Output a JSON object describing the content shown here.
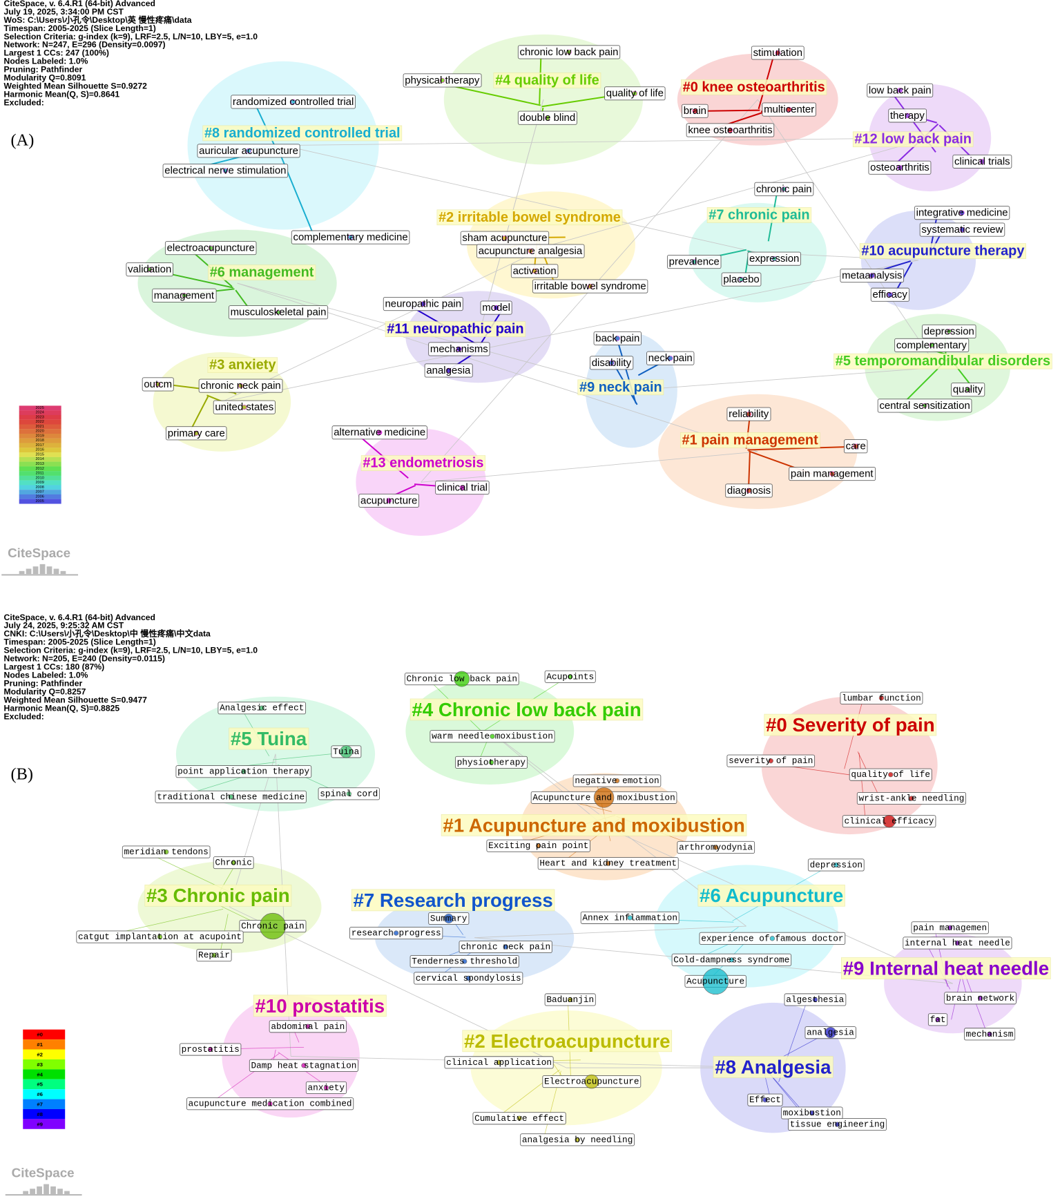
{
  "panel_a": {
    "letter": "(A)",
    "meta": [
      "CiteSpace, v. 6.4.R1 (64-bit) Advanced",
      "July 19, 2025, 3:34:00 PM CST",
      "WoS: C:\\Users\\小孔令\\Desktop\\英 慢性疼痛\\data",
      "Timespan: 2005-2025 (Slice Length=1)",
      "Selection Criteria: g-index (k=9), LRF=2.5, L/N=10, LBY=5, e=1.0",
      "Network: N=247, E=296 (Density=0.0097)",
      "Largest 1 CCs: 247 (100%)",
      "Nodes Labeled: 1.0%",
      "Pruning: Pathfinder",
      "Modularity Q=0.8091",
      "Weighted Mean Silhouette S=0.9272",
      "Harmonic Mean(Q, S)=0.8641",
      "Excluded:"
    ],
    "clusters": [
      {
        "label": "#8 randomized controlled trial",
        "color": "#19aed0",
        "fill": "#d6f7fc"
      },
      {
        "label": "#4 quality of life",
        "color": "#66cc00",
        "fill": "#e5f8d6"
      },
      {
        "label": "#0 knee osteoarthritis",
        "color": "#cc0000",
        "fill": "#fad0d0"
      },
      {
        "label": "#12 low back pain",
        "color": "#8a2be2",
        "fill": "#ecd6f8"
      },
      {
        "label": "#2 irritable bowel syndrome",
        "color": "#d4a800",
        "fill": "#fff6cc"
      },
      {
        "label": "#7 chronic pain",
        "color": "#1fbb96",
        "fill": "#d6f8ef"
      },
      {
        "label": "#10 acupuncture therapy",
        "color": "#2222cc",
        "fill": "#d8dcf8"
      },
      {
        "label": "#6 management",
        "color": "#44bb22",
        "fill": "#d6f4d8"
      },
      {
        "label": "#11 neuropathic pain",
        "color": "#2200cc",
        "fill": "#e0d8f4"
      },
      {
        "label": "#3 anxiety",
        "color": "#99aa00",
        "fill": "#f4f8cc"
      },
      {
        "label": "#9 neck pain",
        "color": "#1060c0",
        "fill": "#d6e8f8"
      },
      {
        "label": "#5 temporomandibular disorders",
        "color": "#44cc22",
        "fill": "#dcf6d8"
      },
      {
        "label": "#1 pain management",
        "color": "#cc3300",
        "fill": "#fde4d2"
      },
      {
        "label": "#13 endometriosis",
        "color": "#cc00cc",
        "fill": "#f8d0f8"
      }
    ],
    "nodes": [
      "randomized controlled trial",
      "auricular acupuncture",
      "electrical nerve stimulation",
      "complementary medicine",
      "chronic low back pain",
      "physical therapy",
      "quality of life",
      "double blind",
      "stimulation",
      "brain",
      "multicenter",
      "knee osteoarthritis",
      "low back pain",
      "therapy",
      "osteoarthritis",
      "clinical trials",
      "chronic pain",
      "integrative medicine",
      "systematic review",
      "sham acupuncture",
      "acupuncture analgesia",
      "activation",
      "irritable bowel syndrome",
      "prevalence",
      "expression",
      "placebo",
      "metaanalysis",
      "efficacy",
      "electroacupuncture",
      "validation",
      "management",
      "musculoskeletal pain",
      "neuropathic pain",
      "model",
      "mechanisms",
      "analgesia",
      "back pain",
      "disability",
      "neck pain",
      "depression",
      "complementary",
      "quality",
      "central sensitization",
      "outcm",
      "chronic neck pain",
      "united states",
      "primary care",
      "alternative medicine",
      "reliability",
      "care",
      "pain management",
      "diagnosis",
      "clinical trial",
      "acupuncture"
    ],
    "legend_years": [
      "2025",
      "2024",
      "2023",
      "2022",
      "2021",
      "2020",
      "2019",
      "2018",
      "2017",
      "2016",
      "2015",
      "2014",
      "2013",
      "2012",
      "2011",
      "2010",
      "2009",
      "2008",
      "2007",
      "2006",
      "2005"
    ],
    "logo": "CiteSpace"
  },
  "panel_b": {
    "letter": "(B)",
    "meta": [
      "CiteSpace, v. 6.4.R1 (64-bit) Advanced",
      "July 24, 2025, 9:25:32 AM CST",
      "CNKI: C:\\Users\\小孔令\\Desktop\\中 慢性疼痛\\中文data",
      "Timespan: 2005-2025 (Slice Length=1)",
      "Selection Criteria: g-index (k=9), LRF=2.5, L/N=10, LBY=5, e=1.0",
      "Network: N=205, E=240 (Density=0.0115)",
      "Largest 1 CCs: 180 (87%)",
      "Nodes Labeled: 1.0%",
      "Pruning: Pathfinder",
      "Modularity Q=0.8257",
      "Weighted Mean Silhouette S=0.9477",
      "Harmonic Mean(Q, S)=0.8825",
      "Excluded:"
    ],
    "clusters": [
      {
        "label": "#4 Chronic low back pain",
        "color": "#33cc00",
        "fill": "#d6f8d6"
      },
      {
        "label": "#5 Tuina",
        "color": "#33bb66",
        "fill": "#d6f8e6"
      },
      {
        "label": "#0 Severity of pain",
        "color": "#cc0000",
        "fill": "#fad2d2"
      },
      {
        "label": "#1 Acupuncture and moxibustion",
        "color": "#cc6600",
        "fill": "#fde2c8"
      },
      {
        "label": "#3 Chronic pain",
        "color": "#66bb00",
        "fill": "#ecf8d2"
      },
      {
        "label": "#7 Research progress",
        "color": "#1155cc",
        "fill": "#d6e6f8"
      },
      {
        "label": "#6 Acupuncture",
        "color": "#11bbcc",
        "fill": "#d2f8fc"
      },
      {
        "label": "#9 Internal heat needle",
        "color": "#8800cc",
        "fill": "#ecd6f8"
      },
      {
        "label": "#10 prostatitis",
        "color": "#cc00aa",
        "fill": "#fad2f4"
      },
      {
        "label": "#2 Electroacupuncture",
        "color": "#bbbb00",
        "fill": "#fcfcd2"
      },
      {
        "label": "#8 Analgesia",
        "color": "#2222cc",
        "fill": "#d6d6f8"
      }
    ],
    "nodes": [
      "Chronic low back pain",
      "Acupoints",
      "Analgesic effect",
      "lumbar function",
      "warm needle moxibustion",
      "Tuina",
      "physiotherapy",
      "point application therapy",
      "severity of pain",
      "spinal cord",
      "traditional chinese medicine",
      "quality of life",
      "negative emotion",
      "Acupuncture and moxibustion",
      "wrist-ankle needling",
      "clinical efficacy",
      "Exciting pain point",
      "arthromyodynia",
      "meridian tendons",
      "Heart and kidney treatment",
      "Chronic",
      "depression",
      "Annex inflammation",
      "Summary",
      "Chronic pain",
      "research progress",
      "experience of famous doctor",
      "catgut implantation at acupoint",
      "pain managemen",
      "chronic neck pain",
      "internal heat needle",
      "Repair",
      "Tenderness threshold",
      "Cold-dampness syndrome",
      "cervical spondylosis",
      "Acupuncture",
      "Baduanjin",
      "algesthesia",
      "brain network",
      "abdominal pain",
      "fat",
      "analgesia",
      "mechanism",
      "prostatitis",
      "clinical application",
      "Damp heat stagnation",
      "Electroacupuncture",
      "anxiety",
      "acupuncture medication combined",
      "Effect",
      "moxibustion",
      "tissue engineering",
      "Cumulative effect",
      "analgesia by needling"
    ],
    "legend": [
      {
        "label": "#0",
        "color": "#ff0000"
      },
      {
        "label": "#1",
        "color": "#ff8000"
      },
      {
        "label": "#2",
        "color": "#ffff00"
      },
      {
        "label": "#3",
        "color": "#80ff00"
      },
      {
        "label": "#4",
        "color": "#00e000"
      },
      {
        "label": "#5",
        "color": "#00ff80"
      },
      {
        "label": "#6",
        "color": "#00ffff"
      },
      {
        "label": "#7",
        "color": "#0080ff"
      },
      {
        "label": "#8",
        "color": "#0000ff"
      },
      {
        "label": "#9",
        "color": "#8000ff"
      }
    ],
    "logo": "CiteSpace"
  }
}
